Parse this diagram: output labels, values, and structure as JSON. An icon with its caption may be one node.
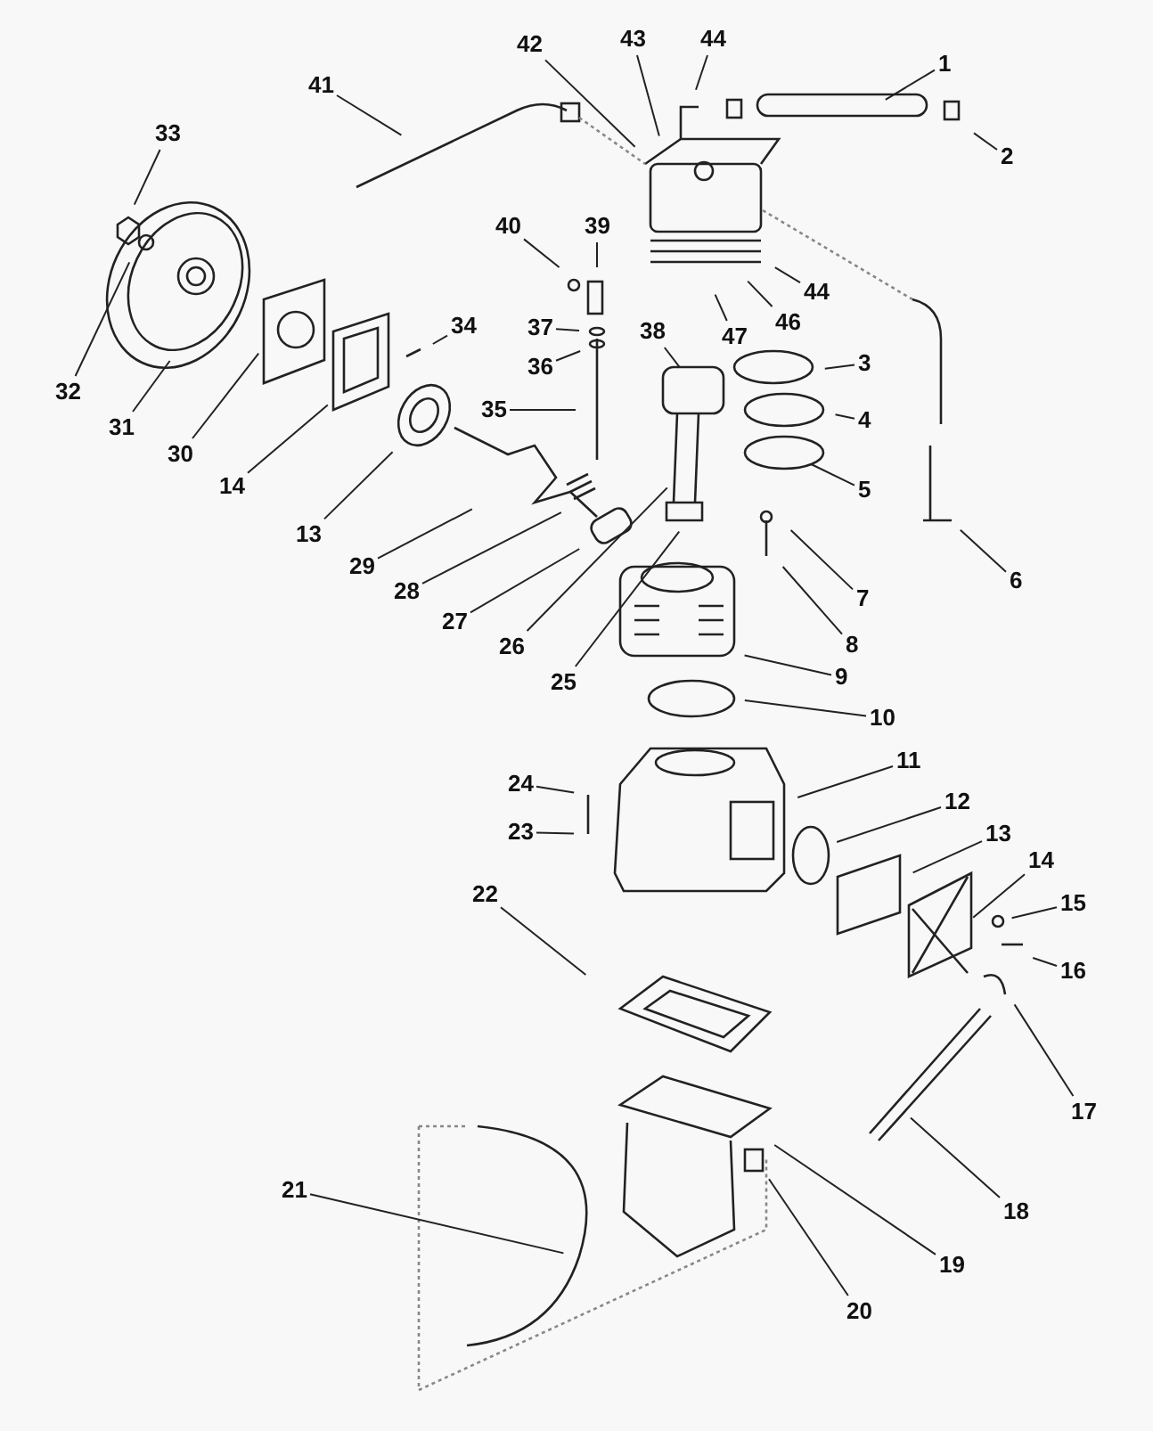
{
  "diagram": {
    "nodes": [
      {
        "text": [
          "42"
        ]
      },
      {
        "text": [
          "43"
        ]
      },
      {
        "text": [
          "44"
        ]
      },
      {
        "text": [
          "1"
        ]
      },
      {
        "text": [
          "41"
        ]
      },
      {
        "text": [
          "33"
        ]
      },
      {
        "text": [
          "2"
        ]
      },
      {
        "text": [
          "40"
        ]
      },
      {
        "text": [
          "39"
        ]
      },
      {
        "text": [
          "44"
        ]
      },
      {
        "text": [
          "46"
        ]
      },
      {
        "text": [
          "47"
        ]
      },
      {
        "text": [
          "37"
        ]
      },
      {
        "text": [
          "34"
        ]
      },
      {
        "text": [
          "38"
        ]
      },
      {
        "text": [
          "3"
        ]
      },
      {
        "text": [
          "36"
        ]
      },
      {
        "text": [
          "32"
        ]
      },
      {
        "text": [
          "35"
        ]
      },
      {
        "text": [
          "4"
        ]
      },
      {
        "text": [
          "31"
        ]
      },
      {
        "text": [
          "30"
        ]
      },
      {
        "text": [
          "14"
        ]
      },
      {
        "text": [
          "5"
        ]
      },
      {
        "text": [
          "13"
        ]
      },
      {
        "text": [
          "6"
        ]
      },
      {
        "text": [
          "29"
        ]
      },
      {
        "text": [
          "7"
        ]
      },
      {
        "text": [
          "28"
        ]
      },
      {
        "text": [
          "27"
        ]
      },
      {
        "text": [
          "26"
        ]
      },
      {
        "text": [
          "8"
        ]
      },
      {
        "text": [
          "25"
        ]
      },
      {
        "text": [
          "9"
        ]
      },
      {
        "text": [
          "10"
        ]
      },
      {
        "text": [
          "11"
        ]
      },
      {
        "text": [
          "24"
        ]
      },
      {
        "text": [
          "12"
        ]
      },
      {
        "text": [
          "13"
        ]
      },
      {
        "text": [
          "14"
        ]
      },
      {
        "text": [
          "15"
        ]
      },
      {
        "text": [
          "16"
        ]
      },
      {
        "text": [
          "22"
        ]
      },
      {
        "text": [
          "23"
        ]
      },
      {
        "text": [
          "17"
        ]
      },
      {
        "text": [
          "21"
        ]
      },
      {
        "text": [
          "18"
        ]
      },
      {
        "text": [
          "19"
        ]
      },
      {
        "text": [
          "20"
        ]
      }
    ],
    "edges": [
      {
        "from": 0,
        "to": null,
        "arrow": "none"
      },
      {
        "from": 1,
        "to": null,
        "arrow": "none"
      },
      {
        "from": 2,
        "to": null,
        "arrow": "none"
      },
      {
        "from": 3,
        "to": null,
        "arrow": "none"
      },
      {
        "from": 4,
        "to": null,
        "arrow": "none"
      },
      {
        "from": 5,
        "to": null,
        "arrow": "none"
      },
      {
        "from": 6,
        "to": null,
        "arrow": "none"
      },
      {
        "from": 7,
        "to": null,
        "arrow": "none"
      },
      {
        "from": 8,
        "to": null,
        "arrow": "none"
      },
      {
        "from": 9,
        "to": null,
        "arrow": "none"
      },
      {
        "from": 10,
        "to": null,
        "arrow": "none"
      },
      {
        "from": 11,
        "to": null,
        "arrow": "none"
      },
      {
        "from": 12,
        "to": null,
        "arrow": "none"
      },
      {
        "from": 13,
        "to": null,
        "arrow": "none"
      },
      {
        "from": 14,
        "to": null,
        "arrow": "none"
      },
      {
        "from": 15,
        "to": null,
        "arrow": "none"
      },
      {
        "from": 16,
        "to": null,
        "arrow": "none"
      },
      {
        "from": 17,
        "to": null,
        "arrow": "none"
      },
      {
        "from": 18,
        "to": null,
        "arrow": "none"
      },
      {
        "from": 19,
        "to": null,
        "arrow": "none"
      },
      {
        "from": 20,
        "to": null,
        "arrow": "none"
      },
      {
        "from": 21,
        "to": null,
        "arrow": "none"
      },
      {
        "from": 22,
        "to": null,
        "arrow": "none"
      },
      {
        "from": 23,
        "to": null,
        "arrow": "none"
      },
      {
        "from": 24,
        "to": null,
        "arrow": "none"
      },
      {
        "from": 25,
        "to": null,
        "arrow": "none"
      },
      {
        "from": 26,
        "to": null,
        "arrow": "none"
      },
      {
        "from": 27,
        "to": null,
        "arrow": "none"
      },
      {
        "from": 28,
        "to": null,
        "arrow": "none"
      },
      {
        "from": 29,
        "to": null,
        "arrow": "none"
      },
      {
        "from": 30,
        "to": null,
        "arrow": "none"
      },
      {
        "from": 31,
        "to": null,
        "arrow": "none"
      },
      {
        "from": 32,
        "to": null,
        "arrow": "none"
      },
      {
        "from": 33,
        "to": null,
        "arrow": "none"
      },
      {
        "from": 34,
        "to": null,
        "arrow": "none"
      },
      {
        "from": 35,
        "to": null,
        "arrow": "none"
      },
      {
        "from": 36,
        "to": null,
        "arrow": "none"
      },
      {
        "from": 37,
        "to": null,
        "arrow": "none"
      },
      {
        "from": 38,
        "to": null,
        "arrow": "none"
      },
      {
        "from": 39,
        "to": null,
        "arrow": "none"
      },
      {
        "from": 40,
        "to": null,
        "arrow": "none"
      },
      {
        "from": 41,
        "to": null,
        "arrow": "none"
      },
      {
        "from": 42,
        "to": null,
        "arrow": "none"
      },
      {
        "from": 43,
        "to": null,
        "arrow": "none"
      },
      {
        "from": 44,
        "to": null,
        "arrow": "none"
      },
      {
        "from": 45,
        "to": null,
        "arrow": "none"
      },
      {
        "from": 46,
        "to": null,
        "arrow": "none"
      },
      {
        "from": 47,
        "to": null,
        "arrow": "none"
      },
      {
        "from": 48,
        "to": null,
        "arrow": "none"
      }
    ]
  }
}
